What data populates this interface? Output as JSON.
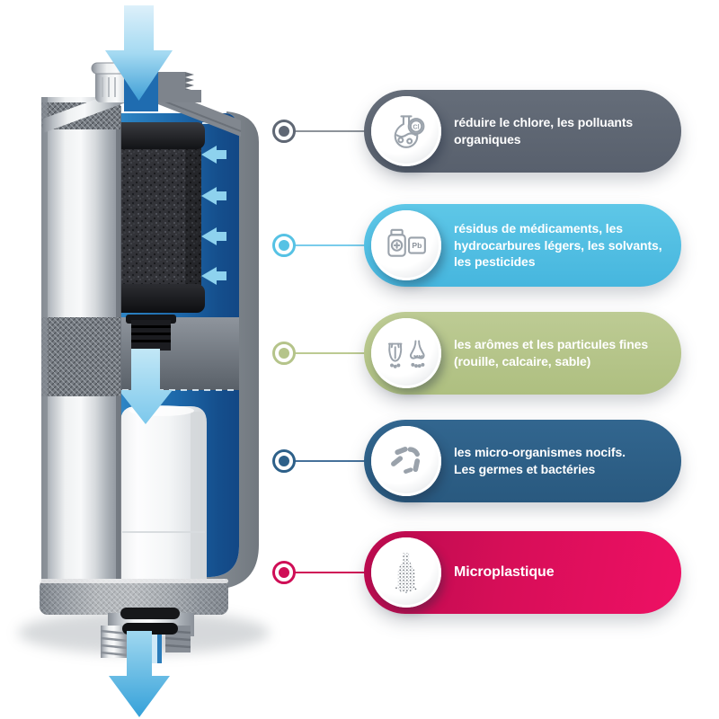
{
  "illustration": {
    "subject": "water filter cartridge cutaway",
    "water_color": "#1f6cb0",
    "flow_arrow_color": "#6fc3e8",
    "shell_color": "#c7cbd0"
  },
  "rows": [
    {
      "id": "chlorine",
      "color": "#5d6571",
      "icon": "flask-chlorine-icon",
      "icon_badge": "Cl",
      "text": "réduire le chlore, les polluants\norganiques"
    },
    {
      "id": "medicaments",
      "color": "#52bfe3",
      "icon": "medicine-bottle-lead-icon",
      "icon_badge": "Pb",
      "text": "résidus de médicaments, les\nhydrocarbures légers, les solvants,\nles pesticides"
    },
    {
      "id": "aromes",
      "color": "#b5c48a",
      "icon": "taste-smell-icon",
      "text": "les arômes et les particules fines\n(rouille, calcaire, sable)"
    },
    {
      "id": "micro-organismes",
      "color": "#2d6089",
      "icon": "bacteria-icon",
      "text": "les micro-organismes nocifs.\nLes germes et bactéries"
    },
    {
      "id": "microplastique",
      "color": "#d10e58",
      "icon": "plastic-bottle-particles-icon",
      "text": "Microplastique"
    }
  ]
}
